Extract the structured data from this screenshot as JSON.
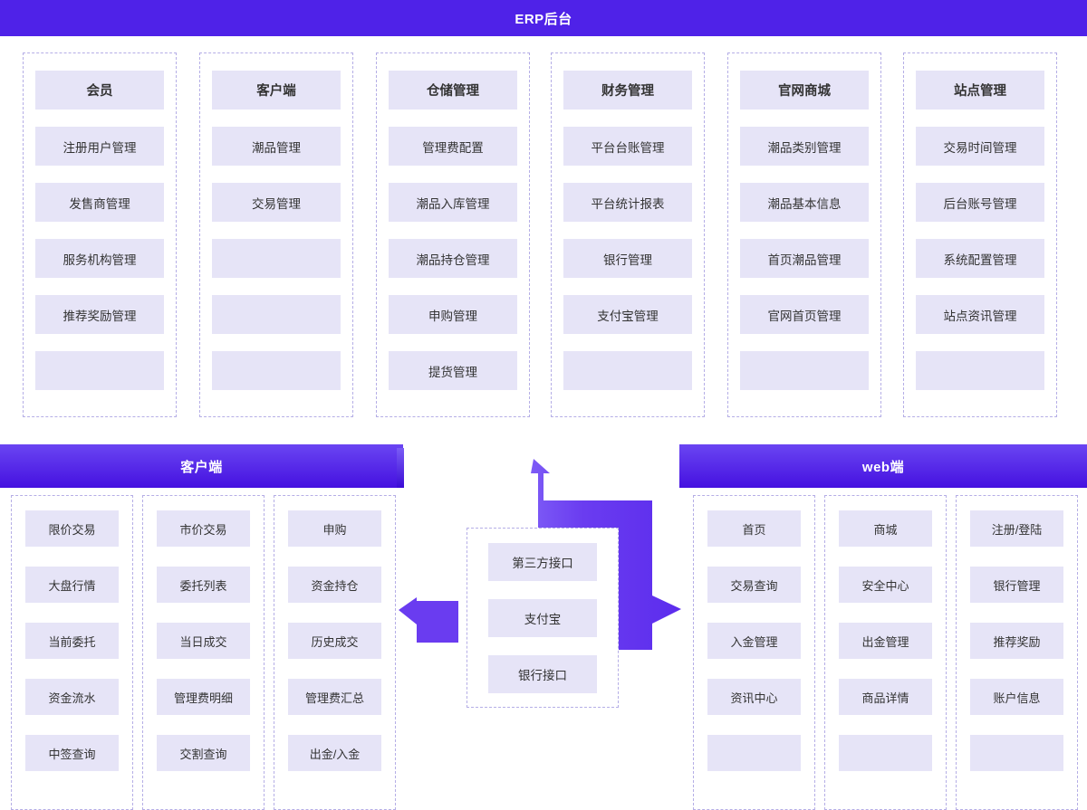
{
  "erp": {
    "title": "ERP后台",
    "columns": [
      {
        "head": "会员",
        "items": [
          "注册用户管理",
          "发售商管理",
          "服务机构管理",
          "推荐奖励管理",
          ""
        ]
      },
      {
        "head": "客户端",
        "items": [
          "潮品管理",
          "交易管理",
          "",
          "",
          ""
        ]
      },
      {
        "head": "仓储管理",
        "items": [
          "管理费配置",
          "潮品入库管理",
          "潮品持仓管理",
          "申购管理",
          "提货管理"
        ]
      },
      {
        "head": "财务管理",
        "items": [
          "平台台账管理",
          "平台统计报表",
          "银行管理",
          "支付宝管理",
          ""
        ]
      },
      {
        "head": "官网商城",
        "items": [
          "潮品类别管理",
          "潮品基本信息",
          "首页潮品管理",
          "官网首页管理",
          ""
        ]
      },
      {
        "head": "站点管理",
        "items": [
          "交易时间管理",
          "后台账号管理",
          "系统配置管理",
          "站点资讯管理",
          ""
        ]
      }
    ]
  },
  "client": {
    "title": "客户端",
    "columns": [
      {
        "items": [
          "限价交易",
          "大盘行情",
          "当前委托",
          "资金流水",
          "中签查询"
        ]
      },
      {
        "items": [
          "市价交易",
          "委托列表",
          "当日成交",
          "管理费明细",
          "交割查询"
        ]
      },
      {
        "items": [
          "申购",
          "资金持仓",
          "历史成交",
          "管理费汇总",
          "出金/入金"
        ]
      }
    ]
  },
  "interfaces": {
    "items": [
      "第三方接口",
      "支付宝",
      "银行接口"
    ]
  },
  "web": {
    "title": "web端",
    "columns": [
      {
        "items": [
          "首页",
          "交易查询",
          "入金管理",
          "资讯中心",
          ""
        ]
      },
      {
        "items": [
          "商城",
          "安全中心",
          "出金管理",
          "商品详情",
          ""
        ]
      },
      {
        "items": [
          "注册/登陆",
          "银行管理",
          "推荐奖励",
          "账户信息",
          ""
        ]
      }
    ]
  },
  "colors": {
    "header_solid": "#4f22e8",
    "header_gradient_top": "#6a45f2",
    "header_gradient_bottom": "#4511e0",
    "cell_bg": "#e6e4f7",
    "dashed_border": "#b5aee6",
    "arrow_fill": "#6a3cf0",
    "text": "#333333"
  }
}
